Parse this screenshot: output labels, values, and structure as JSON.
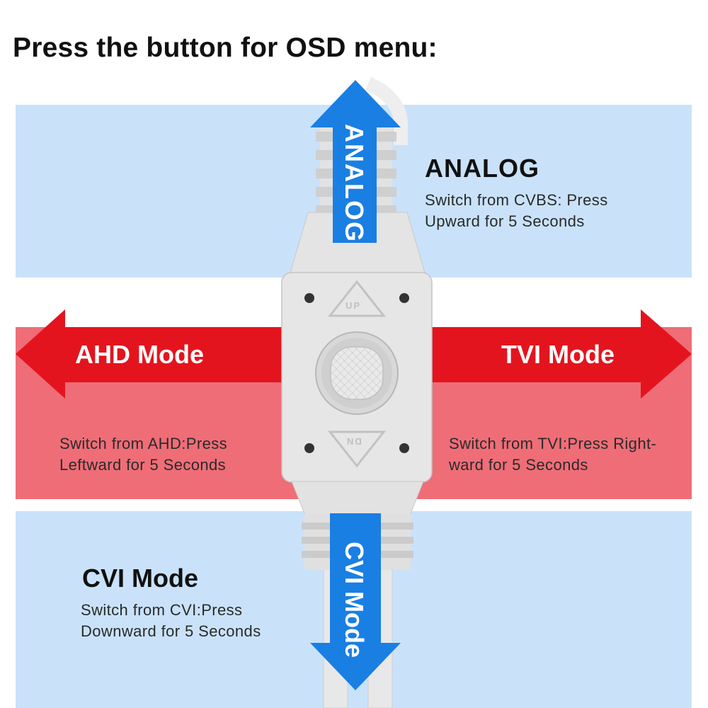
{
  "headline": "Press the button for OSD menu:",
  "modes": {
    "analog": {
      "arrow_label": "ANALOG",
      "title": "ANALOG",
      "description": "Switch from CVBS: Press\nUpward for 5 Seconds"
    },
    "ahd": {
      "arrow_label": "AHD Mode",
      "description": "Switch from AHD:Press\nLeftward for 5 Seconds"
    },
    "tvi": {
      "arrow_label": "TVI Mode",
      "description": "Switch from TVI:Press Right-\nward for 5 Seconds"
    },
    "cvi": {
      "arrow_label": "CVI Mode",
      "title": "CVI Mode",
      "description": "Switch from CVI:Press\nDownward for 5 Seconds"
    }
  },
  "device": {
    "up_marking": "UP",
    "down_marking": "DN"
  },
  "colors": {
    "blue_panel": "#c9e2fa",
    "red_panel": "#ef6d77",
    "red_arrow": "#e4141e",
    "blue_arrow": "#1a7fe3",
    "device_gray": "#e6e6e6"
  }
}
